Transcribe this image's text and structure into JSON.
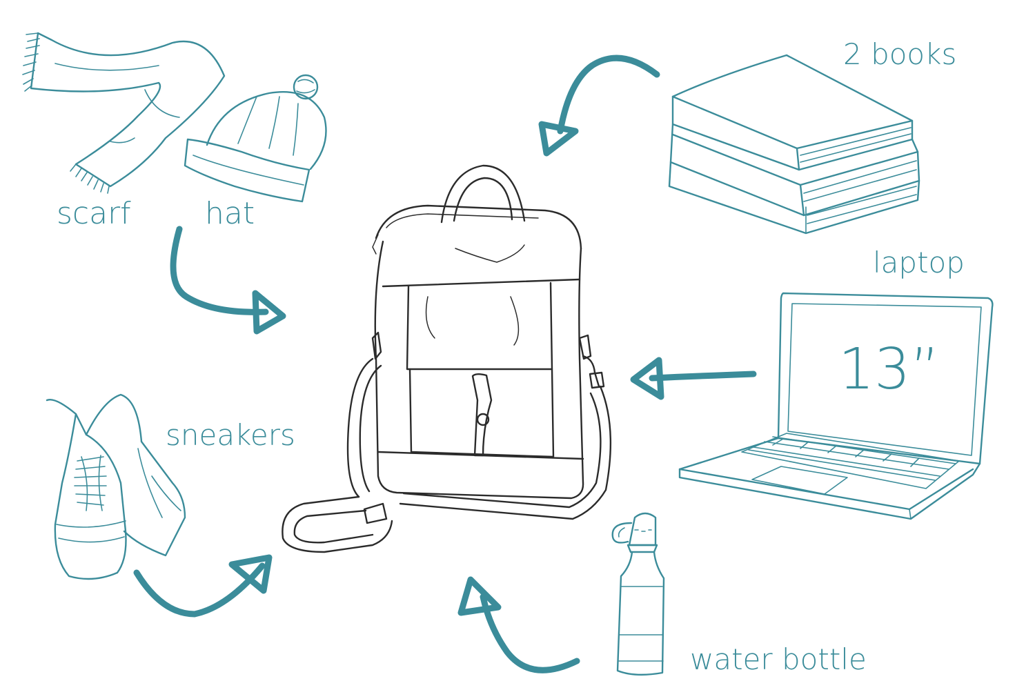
{
  "labels": {
    "scarf": "scarf",
    "hat": "hat",
    "books": "2 books",
    "laptop": "laptop",
    "laptop_size": "13”",
    "sneakers": "sneakers",
    "water_bottle": "water bottle"
  },
  "colors": {
    "accent": "#3b8c9a",
    "ink": "#2b2b2b",
    "background": "#ffffff"
  }
}
